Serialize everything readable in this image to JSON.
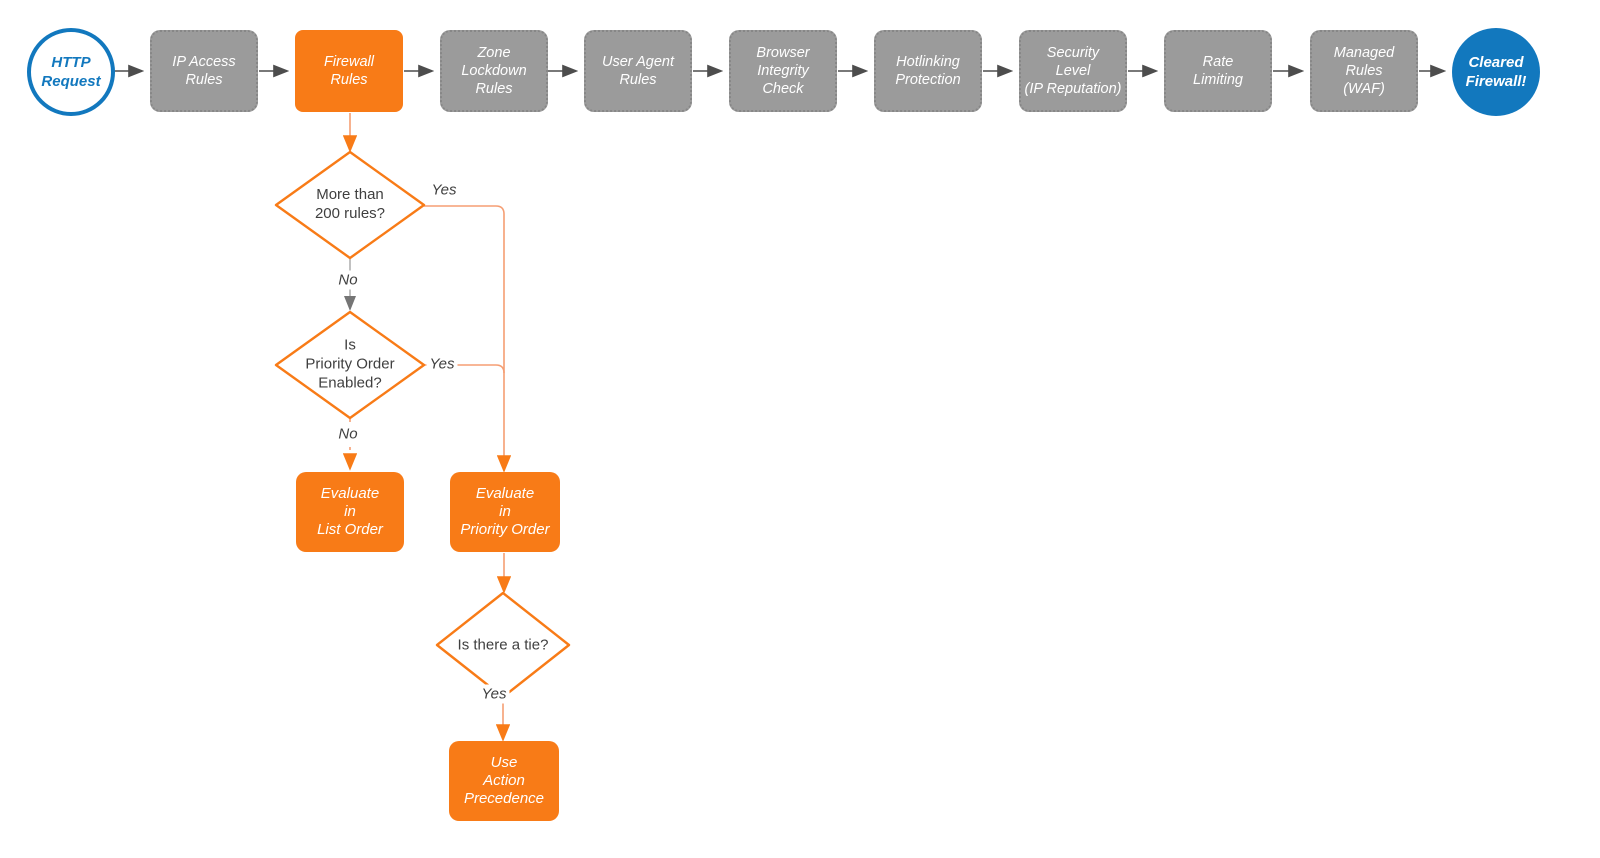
{
  "colors": {
    "canvas_bg": "#FFFFFF",
    "node_orange": "#F87B17",
    "line_orange": "#F59E73",
    "node_gray": "#9B9B9B",
    "node_gray_border": "#878787",
    "arrow_gray": "#4D4D4D",
    "accent_blue": "#1278BE",
    "text_dark": "#3F3F3F"
  },
  "pipeline": {
    "start": {
      "label": "HTTP\nRequest"
    },
    "steps": [
      {
        "label": "IP Access\nRules",
        "highlighted": false
      },
      {
        "label": "Firewall\nRules",
        "highlighted": true
      },
      {
        "label": "Zone\nLockdown\nRules",
        "highlighted": false
      },
      {
        "label": "User Agent\nRules",
        "highlighted": false
      },
      {
        "label": "Browser\nIntegrity\nCheck",
        "highlighted": false
      },
      {
        "label": "Hotlinking\nProtection",
        "highlighted": false
      },
      {
        "label": "Security\nLevel\n(IP Reputation)",
        "highlighted": false
      },
      {
        "label": "Rate\nLimiting",
        "highlighted": false
      },
      {
        "label": "Managed\nRules\n(WAF)",
        "highlighted": false
      }
    ],
    "end": {
      "label": "Cleared\nFirewall!"
    }
  },
  "decision_tree": {
    "decisions": [
      {
        "question": "More than\n200 rules?"
      },
      {
        "question": "Is\nPriority Order\nEnabled?"
      },
      {
        "question": "Is there a tie?"
      }
    ],
    "edge_labels": {
      "d1_yes": "Yes",
      "d1_no": "No",
      "d2_yes": "Yes",
      "d2_no": "No",
      "d3_yes": "Yes"
    },
    "actions": [
      {
        "label": "Evaluate\nin\nList Order"
      },
      {
        "label": "Evaluate\nin\nPriority Order"
      },
      {
        "label": "Use\nAction\nPrecedence"
      }
    ]
  }
}
